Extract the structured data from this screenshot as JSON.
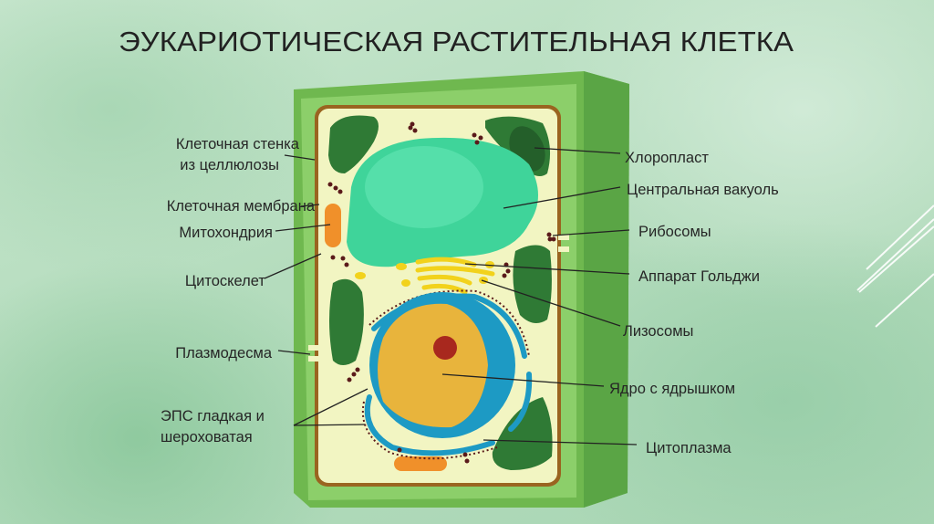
{
  "title": "ЭУКАРИОТИЧЕСКАЯ РАСТИТЕЛЬНАЯ КЛЕТКА",
  "labels_left": {
    "cell_wall_1": "Клеточная стенка",
    "cell_wall_2": "из целлюлозы",
    "membrane": "Клеточная мембрана",
    "mitochondria": "Митохондрия",
    "cytoskeleton": "Цитоскелет",
    "plasmodesma": "Плазмодесма",
    "er_1": "ЭПС гладкая и",
    "er_2": "шероховатая"
  },
  "labels_right": {
    "chloroplast": "Хлоропласт",
    "vacuole": "Центральная вакуоль",
    "ribosomes": "Рибосомы",
    "golgi": "Аппарат Гольджи",
    "lysosomes": "Лизосомы",
    "nucleus": "Ядро с ядрышком",
    "cytoplasm": "Цитоплазма"
  },
  "colors": {
    "wall": "#7cc35e",
    "cytoplasm": "#f2f5c2",
    "vacuole": "#3fd49a",
    "chloroplast": "#2f7a35",
    "nucleus": "#e8b43c",
    "envelope": "#1d9ac4"
  }
}
